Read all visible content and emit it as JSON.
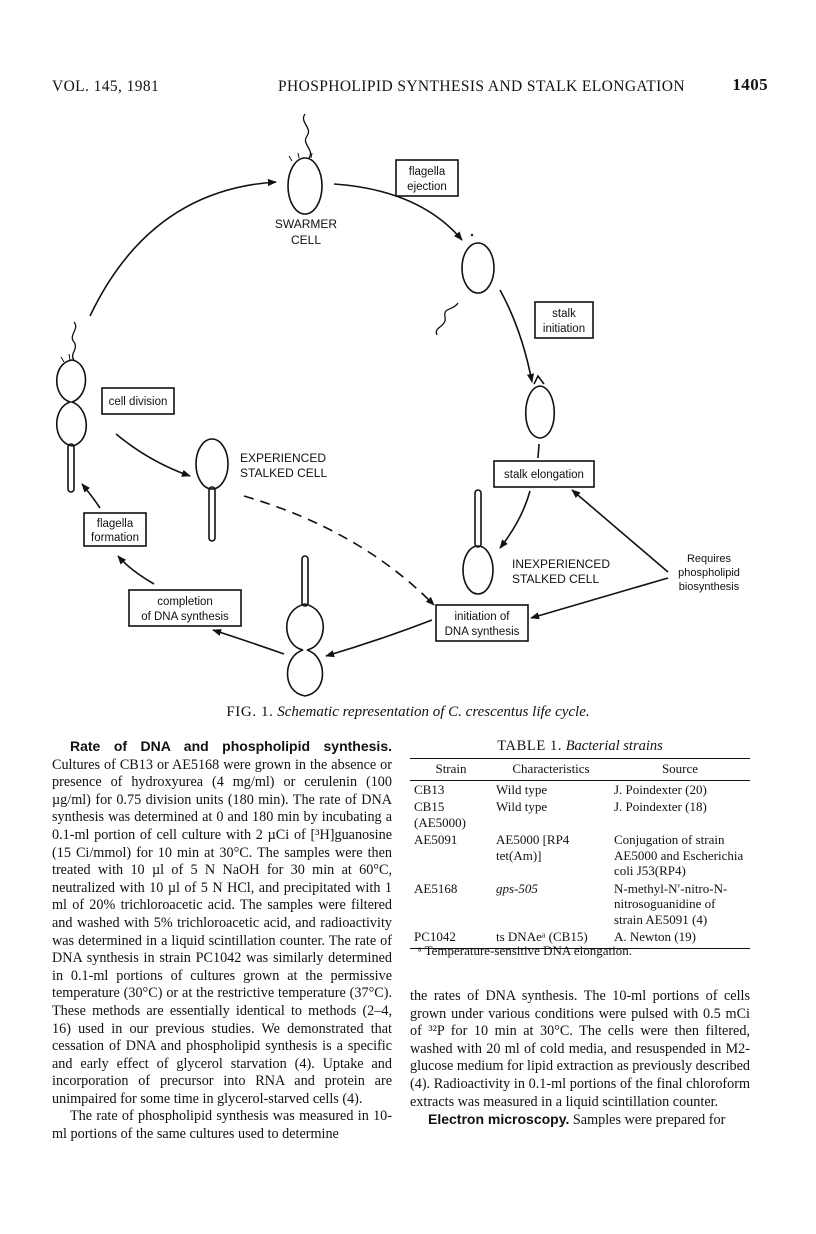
{
  "header": {
    "volume": "VOL. 145, 1981",
    "title": "PHOSPHOLIPID SYNTHESIS AND STALK ELONGATION",
    "page": "1405"
  },
  "figure": {
    "boxes": {
      "flagella_ejection": [
        "flagella",
        "ejection"
      ],
      "stalk_initiation": [
        "stalk",
        "initiation"
      ],
      "cell_division": "cell division",
      "stalk_elongation": "stalk elongation",
      "flagella_formation": [
        "flagella",
        "formation"
      ],
      "completion": [
        "completion",
        "of DNA synthesis"
      ],
      "initiation": [
        "initiation of",
        "DNA synthesis"
      ]
    },
    "labels": {
      "swarmer": [
        "SWARMER",
        "CELL"
      ],
      "experienced": [
        "EXPERIENCED",
        "STALKED CELL"
      ],
      "inexperienced": [
        "INEXPERIENCED",
        "STALKED CELL"
      ],
      "requires": [
        "Requires",
        "phospholipid",
        "biosynthesis"
      ]
    },
    "caption_label": "FIG. 1.",
    "caption_text": "Schematic representation of C. crescentus life cycle."
  },
  "left_column": {
    "p1_head": "Rate of DNA and phospholipid synthesis.",
    "p1_body": " Cultures of CB13 or AE5168 were grown in the absence or presence of hydroxyurea (4 mg/ml) or cerulenin (100 µg/ml) for 0.75 division units (180 min). The rate of DNA synthesis was determined at 0 and 180 min by incubating a 0.1-ml portion of cell culture with 2 µCi of [³H]guanosine (15 Ci/mmol) for 10 min at 30°C. The samples were then treated with 10 µl of 5 N NaOH for 30 min at 60°C, neutralized with 10 µl of 5 N HCl, and precipitated with 1 ml of 20% trichloroacetic acid. The samples were filtered and washed with 5% trichloroacetic acid, and radioactivity was determined in a liquid scintillation counter. The rate of DNA synthesis in strain PC1042 was similarly determined in 0.1-ml portions of cultures grown at the permissive temperature (30°C) or at the restrictive temperature (37°C). These methods are essentially identical to methods (2–4, 16) used in our previous studies. We demonstrated that cessation of DNA and phospholipid synthesis is a specific and early effect of glycerol starvation (4). Uptake and incorporation of precursor into RNA and protein are unimpaired for some time in glycerol-starved cells (4).",
    "p2": "The rate of phospholipid synthesis was measured in 10-ml portions of the same cultures used to determine"
  },
  "table": {
    "label": "TABLE 1.",
    "title": "Bacterial strains",
    "headers": [
      "Strain",
      "Characteristics",
      "Source"
    ],
    "rows": [
      [
        "CB13",
        "Wild type",
        "J. Poindexter (20)"
      ],
      [
        "CB15 (AE5000)",
        "Wild type",
        "J. Poindexter (18)"
      ],
      [
        "AE5091",
        "AE5000 [RP4 tet(Am)]",
        "Conjugation of strain AE5000 and Escherichia coli J53(RP4)"
      ],
      [
        "AE5168",
        "gps-505",
        "N-methyl-N′-nitro-N-nitrosoguanidine of strain AE5091 (4)"
      ],
      [
        "PC1042",
        "ts DNAeᵃ (CB15)",
        "A. Newton (19)"
      ]
    ],
    "footnote": "ᵃ Temperature-sensitive DNA elongation."
  },
  "right_column": {
    "p1": "the rates of DNA synthesis. The 10-ml portions of cells grown under various conditions were pulsed with 0.5 mCi of ³²P for 10 min at 30°C. The cells were then filtered, washed with 20 ml of cold media, and resuspended in M2-glucose medium for lipid extraction as previously described (4). Radioactivity in 0.1-ml portions of the final chloroform extracts was measured in a liquid scintillation counter.",
    "p2_head": "Electron microscopy.",
    "p2_body": " Samples were prepared for"
  }
}
